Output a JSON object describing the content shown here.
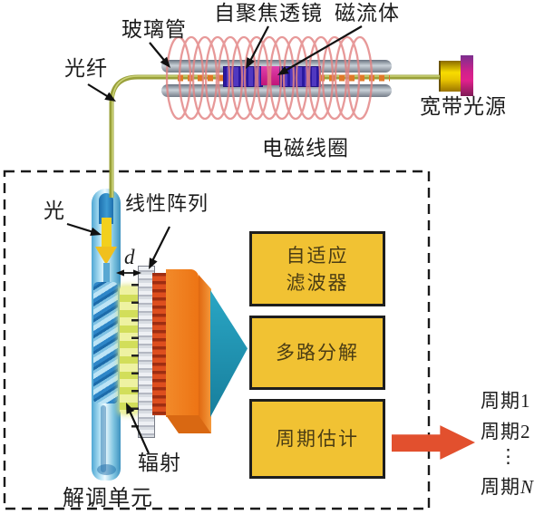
{
  "labels": {
    "glass_tube": "玻璃管",
    "self_focusing_lens": "自聚焦透镜",
    "magnetic_fluid": "磁流体",
    "optical_fiber": "光纤",
    "broadband_source": "宽带光源",
    "em_coil": "电磁线圈",
    "light": "光",
    "linear_array": "线性阵列",
    "gap_d": "d",
    "radiation": "辐射",
    "demodulation_unit": "解调单元"
  },
  "process_boxes": [
    {
      "id": "adaptive-filter",
      "line1": "自适应",
      "line2": "滤波器"
    },
    {
      "id": "demultiplexing",
      "line1": "多路分解",
      "line2": ""
    },
    {
      "id": "period-estimation",
      "line1": "周期估计",
      "line2": ""
    }
  ],
  "outputs": {
    "period1": "周期1",
    "period2": "周期2",
    "ellipsis": "⋮",
    "period_n_prefix": "周期",
    "period_n_suffix": "N"
  },
  "colors": {
    "coil_pink": "#E28383",
    "fiber_olive": "#99A03A",
    "tube_gray": "#97A0AC",
    "lens_blue": "#4B2EB8",
    "magnetic_fluid_magenta": "#D81F9C",
    "source_gold": "#F0CC00",
    "source_magenta": "#D0218C",
    "probe_blue": "#7EC4E0",
    "radiation_yellow_green": "#DCE46A",
    "array_gray": "#C9CDD5",
    "block_orange": "#ED7414",
    "prism_teal": "#1D96B4",
    "process_box_yellow": "#F1C233",
    "output_arrow_red": "#E2502E"
  }
}
